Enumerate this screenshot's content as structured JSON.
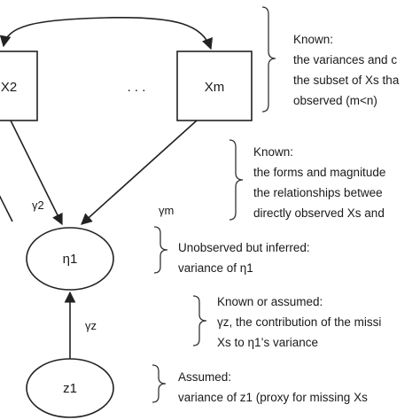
{
  "nodes": {
    "x2": "X2",
    "ellipsis": ". . .",
    "xm": "Xm",
    "eta1": "η1",
    "z1": "z1"
  },
  "edges": {
    "gamma2": "γ2",
    "gammam": "γm",
    "gammaz": "γz"
  },
  "notes": {
    "known_variances": {
      "lines": [
        "Known:",
        "the variances and c",
        "the subset of Xs tha",
        "observed (m<n)"
      ]
    },
    "known_relationships": {
      "lines": [
        "Known:",
        "the forms and magnitude",
        "the relationships betwee",
        "directly observed Xs and"
      ]
    },
    "unobserved": {
      "lines": [
        "Unobserved but inferred:",
        "variance of η1"
      ]
    },
    "known_or_assumed": {
      "lines": [
        "Known or assumed:",
        "γz, the contribution of the missi",
        "Xs to η1’s variance"
      ]
    },
    "assumed": {
      "lines": [
        "Assumed:",
        "variance of z1 (proxy for missing Xs"
      ]
    }
  }
}
